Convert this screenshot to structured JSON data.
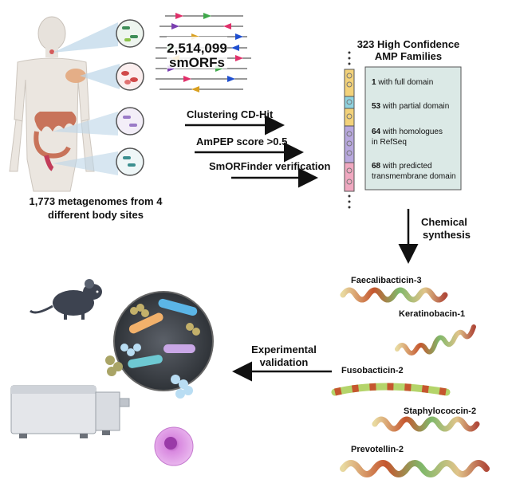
{
  "top": {
    "smorf_count": "2,514,099",
    "smorf_label": "smORFs",
    "metagenomes_line1": "1,773 metagenomes from 4",
    "metagenomes_line2": "different body sites"
  },
  "pipeline_steps": [
    {
      "label": "Clustering CD-Hit"
    },
    {
      "label": "AmPEP score >0.5"
    },
    {
      "label": "SmORFinder verification"
    }
  ],
  "families": {
    "title_line1": "323 High Confidence",
    "title_line2": "AMP Families",
    "items": [
      {
        "count": "1",
        "text": " with full domain",
        "text2": ""
      },
      {
        "count": "53",
        "text": " with partial domain",
        "text2": ""
      },
      {
        "count": "64",
        "text": " with homologues",
        "text2": "in RefSeq"
      },
      {
        "count": "68",
        "text": " with predicted",
        "text2": "transmembrane domain"
      }
    ],
    "box_color": "#dbe9e6"
  },
  "synthesis": {
    "line1": "Chemical",
    "line2": "synthesis"
  },
  "validation": {
    "line1": "Experimental",
    "line2": "validation"
  },
  "peptides": [
    {
      "name": "Faecalibacticin-3"
    },
    {
      "name": "Keratinobacin-1"
    },
    {
      "name": "Fusobacticin-2"
    },
    {
      "name": "Staphylococcin-2"
    },
    {
      "name": "Prevotellin-2"
    }
  ]
}
